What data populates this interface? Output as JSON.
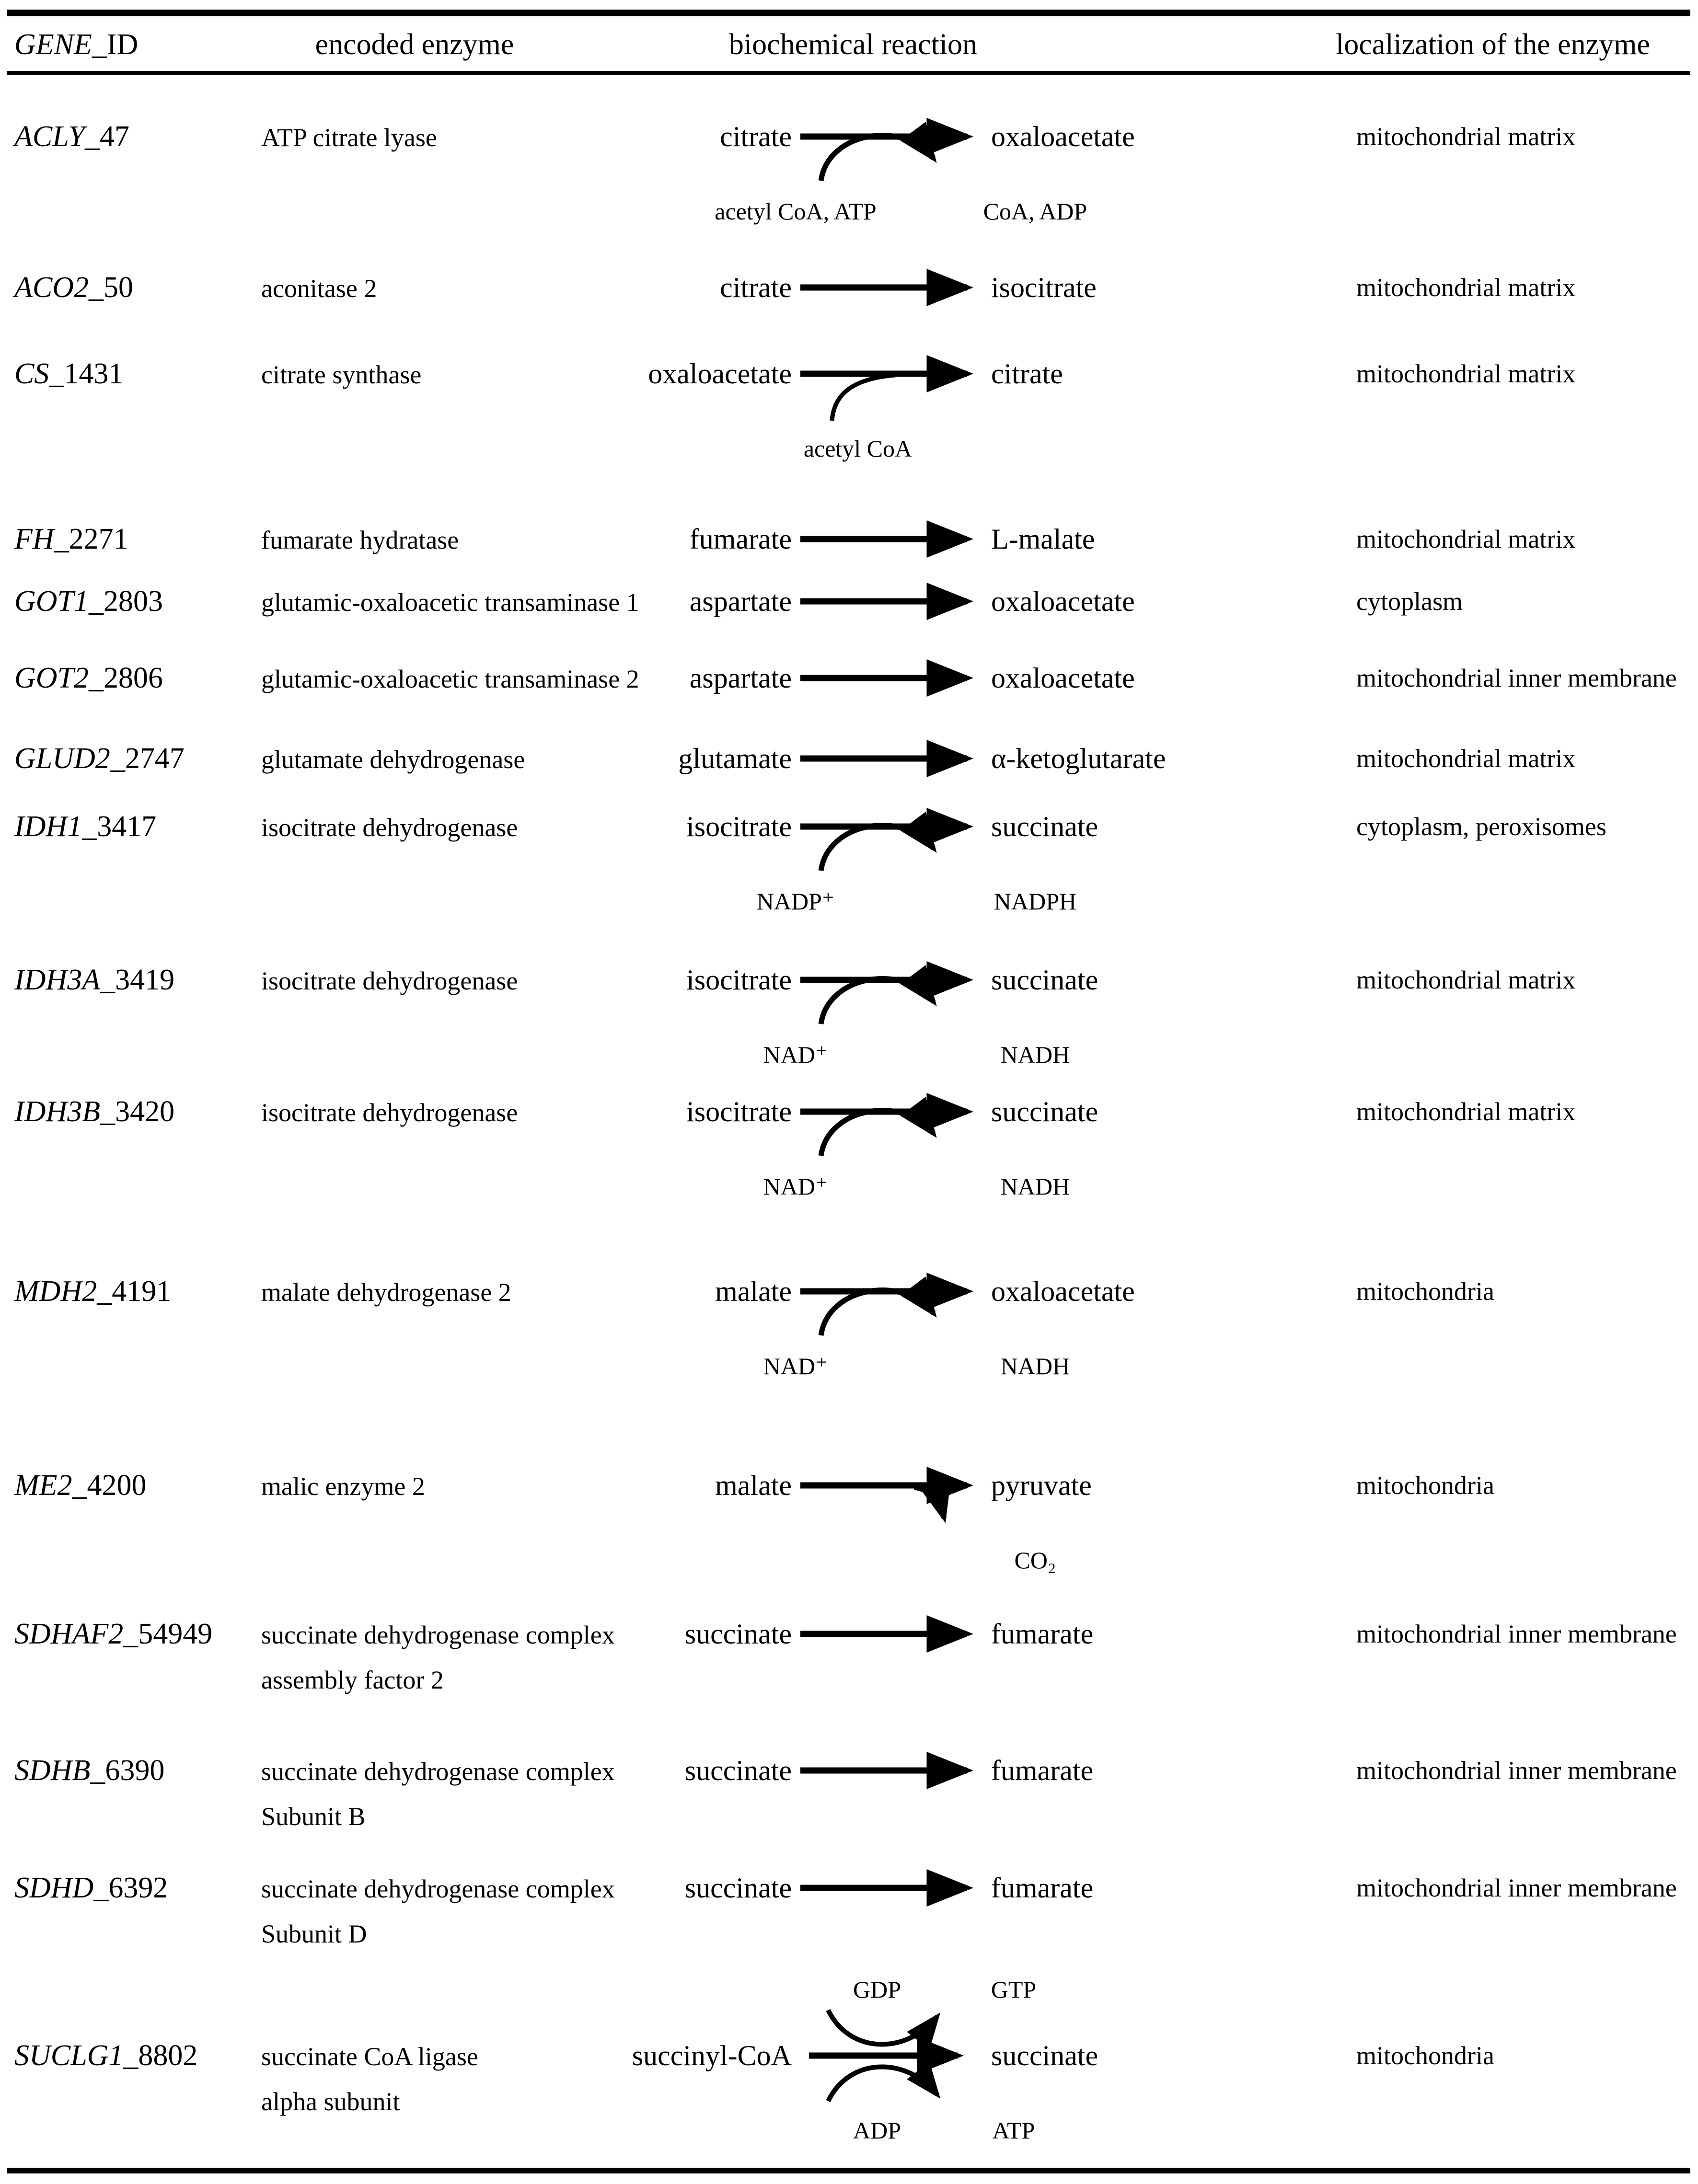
{
  "header": {
    "col1_italic": "GENE",
    "col1_rest": "_ID",
    "col2": "encoded enzyme",
    "col3": "biochemical reaction",
    "col4": "localization of the enzyme"
  },
  "rows": [
    {
      "gene_italic": "ACLY",
      "gene_rest": "_47",
      "enzyme": "ATP citrate lyase",
      "enzyme2": "",
      "substrate": "citrate",
      "product": "oxaloacetate",
      "arrow": "swap",
      "cof_top_in": "",
      "cof_top_out": "",
      "cof_in": "acetyl CoA, ATP",
      "cof_out": "CoA, ADP",
      "localization": "mitochondrial matrix"
    },
    {
      "gene_italic": "ACO2",
      "gene_rest": "_50",
      "enzyme": "aconitase 2",
      "enzyme2": "",
      "substrate": "citrate",
      "product": "isocitrate",
      "arrow": "plain",
      "cof_top_in": "",
      "cof_top_out": "",
      "cof_in": "",
      "cof_out": "",
      "localization": "mitochondrial matrix"
    },
    {
      "gene_italic": "CS",
      "gene_rest": "_1431",
      "enzyme": "citrate synthase",
      "enzyme2": "",
      "substrate": "oxaloacetate",
      "product": "citrate",
      "arrow": "input",
      "cof_top_in": "",
      "cof_top_out": "",
      "cof_in": "acetyl CoA",
      "cof_out": "",
      "localization": "mitochondrial matrix"
    },
    {
      "gene_italic": "FH",
      "gene_rest": "_2271",
      "enzyme": "fumarate hydratase",
      "enzyme2": "",
      "substrate": "fumarate",
      "product": "L-malate",
      "arrow": "plain",
      "cof_top_in": "",
      "cof_top_out": "",
      "cof_in": "",
      "cof_out": "",
      "localization": "mitochondrial matrix"
    },
    {
      "gene_italic": "GOT1",
      "gene_rest": "_2803",
      "enzyme": "glutamic-oxaloacetic transaminase 1",
      "enzyme2": "",
      "substrate": "aspartate",
      "product": "oxaloacetate",
      "arrow": "plain",
      "cof_top_in": "",
      "cof_top_out": "",
      "cof_in": "",
      "cof_out": "",
      "localization": "cytoplasm"
    },
    {
      "gene_italic": "GOT2",
      "gene_rest": "_2806",
      "enzyme": "glutamic-oxaloacetic transaminase 2",
      "enzyme2": "",
      "substrate": "aspartate",
      "product": "oxaloacetate",
      "arrow": "plain",
      "cof_top_in": "",
      "cof_top_out": "",
      "cof_in": "",
      "cof_out": "",
      "localization": "mitochondrial inner membrane"
    },
    {
      "gene_italic": "GLUD2",
      "gene_rest": "_2747",
      "enzyme": "glutamate dehydrogenase",
      "enzyme2": "",
      "substrate": "glutamate",
      "product": "α-ketoglutarate",
      "arrow": "plain",
      "cof_top_in": "",
      "cof_top_out": "",
      "cof_in": "",
      "cof_out": "",
      "localization": "mitochondrial matrix"
    },
    {
      "gene_italic": "IDH1",
      "gene_rest": "_3417",
      "enzyme": "isocitrate dehydrogenase",
      "enzyme2": "",
      "substrate": "isocitrate",
      "product": "succinate",
      "arrow": "swap",
      "cof_top_in": "",
      "cof_top_out": "",
      "cof_in": "NADP⁺",
      "cof_out": "NADPH",
      "localization": "cytoplasm, peroxisomes"
    },
    {
      "gene_italic": "IDH3A",
      "gene_rest": "_3419",
      "enzyme": "isocitrate dehydrogenase",
      "enzyme2": "",
      "substrate": "isocitrate",
      "product": "succinate",
      "arrow": "swap",
      "cof_top_in": "",
      "cof_top_out": "",
      "cof_in": "NAD⁺",
      "cof_out": "NADH",
      "localization": "mitochondrial matrix"
    },
    {
      "gene_italic": "IDH3B",
      "gene_rest": "_3420",
      "enzyme": "isocitrate dehydrogenase",
      "enzyme2": "",
      "substrate": "isocitrate",
      "product": "succinate",
      "arrow": "swap",
      "cof_top_in": "",
      "cof_top_out": "",
      "cof_in": "NAD⁺",
      "cof_out": "NADH",
      "localization": "mitochondrial matrix"
    },
    {
      "gene_italic": "MDH2",
      "gene_rest": "_4191",
      "enzyme": "malate dehydrogenase 2",
      "enzyme2": "",
      "substrate": "malate",
      "product": "oxaloacetate",
      "arrow": "swap",
      "cof_top_in": "",
      "cof_top_out": "",
      "cof_in": "NAD⁺",
      "cof_out": "NADH",
      "localization": "mitochondria"
    },
    {
      "gene_italic": "ME2",
      "gene_rest": "_4200",
      "enzyme": "malic enzyme 2",
      "enzyme2": "",
      "substrate": "malate",
      "product": "pyruvate",
      "arrow": "output",
      "cof_top_in": "",
      "cof_top_out": "",
      "cof_in": "",
      "cof_out": "CO₂",
      "localization": "mitochondria"
    },
    {
      "gene_italic": "SDHAF2",
      "gene_rest": "_54949",
      "enzyme": "succinate dehydrogenase complex",
      "enzyme2": "assembly factor 2",
      "substrate": "succinate",
      "product": "fumarate",
      "arrow": "plain",
      "cof_top_in": "",
      "cof_top_out": "",
      "cof_in": "",
      "cof_out": "",
      "localization": "mitochondrial inner membrane"
    },
    {
      "gene_italic": "SDHB",
      "gene_rest": "_6390",
      "enzyme": "succinate dehydrogenase complex",
      "enzyme2": "Subunit B",
      "substrate": "succinate",
      "product": "fumarate",
      "arrow": "plain",
      "cof_top_in": "",
      "cof_top_out": "",
      "cof_in": "",
      "cof_out": "",
      "localization": "mitochondrial inner membrane"
    },
    {
      "gene_italic": "SDHD",
      "gene_rest": "_6392",
      "enzyme": "succinate dehydrogenase complex",
      "enzyme2": "Subunit D",
      "substrate": "succinate",
      "product": "fumarate",
      "arrow": "plain",
      "cof_top_in": "",
      "cof_top_out": "",
      "cof_in": "",
      "cof_out": "",
      "localization": "mitochondrial inner membrane"
    },
    {
      "gene_italic": "SUCLG1",
      "gene_rest": "_8802",
      "enzyme": "succinate CoA ligase",
      "enzyme2": "alpha subunit",
      "substrate": "succinyl-CoA",
      "product": "succinate",
      "arrow": "double",
      "cof_top_in": "GDP",
      "cof_top_out": "GTP",
      "cof_in": "ADP",
      "cof_out": "ATP",
      "localization": "mitochondria"
    }
  ]
}
